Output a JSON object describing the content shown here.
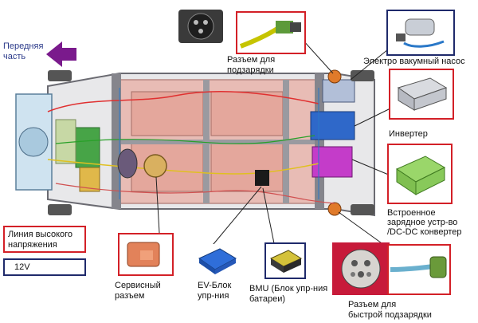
{
  "labels": {
    "front": "Передняя\nчасть",
    "charge_port": "Разъем для\nподзарядки",
    "vacuum_pump": "Электро вакумный насос",
    "inverter": "Инвертер",
    "onboard_charger": "Встроенное\nзарядное устр-во\n/DC-DC конвертер",
    "hv_line": "Линия высокого\nнапряжения",
    "v12": "12V",
    "service_plug": "Сервисный\nразъем",
    "ev_ecu": "EV-Блок\nупр-ния",
    "bmu": "BMU (Блок упр-ния\nбатареи)",
    "quick_charge": "Разъем для\nбыстрой подзарядки"
  },
  "colors": {
    "red_frame": "#d32027",
    "navy_frame": "#1f2a6b",
    "purple_arrow": "#7a1a8c",
    "front_text": "#2b3a8a"
  },
  "icons": {
    "front_arrow": "purple-arrow-icon"
  }
}
